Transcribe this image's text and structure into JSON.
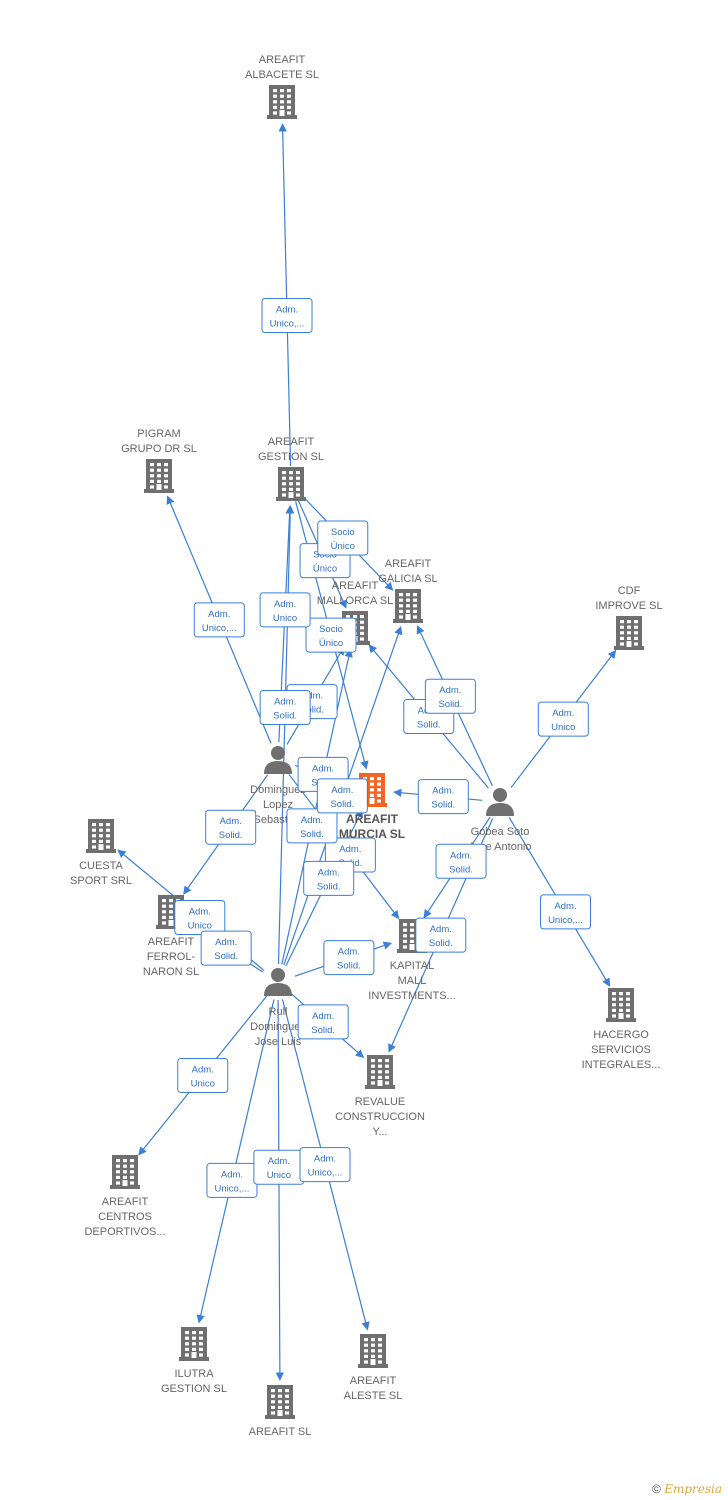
{
  "colors": {
    "edge": "#3b7fd6",
    "building": "#6f6f6f",
    "building_focus": "#f26522",
    "person": "#6f6f6f"
  },
  "nodes": [
    {
      "id": "albacete",
      "type": "company",
      "lines": [
        "AREAFIT",
        "ALBACETE SL"
      ]
    },
    {
      "id": "pigram",
      "type": "company",
      "lines": [
        "PIGRAM",
        "GRUPO DR SL"
      ]
    },
    {
      "id": "gestion",
      "type": "company",
      "lines": [
        "AREAFIT",
        "GESTION SL"
      ]
    },
    {
      "id": "galicia",
      "type": "company",
      "lines": [
        "AREAFIT",
        "GALICIA SL"
      ]
    },
    {
      "id": "mallorca",
      "type": "company",
      "lines": [
        "AREAFIT",
        "MALLORCA SL"
      ]
    },
    {
      "id": "cdf",
      "type": "company",
      "lines": [
        "CDF",
        "IMPROVE SL"
      ]
    },
    {
      "id": "murcia",
      "type": "company_focus",
      "lines": [
        "AREAFIT",
        "MURCIA SL"
      ]
    },
    {
      "id": "cuesta",
      "type": "company",
      "lines": [
        "CUESTA",
        "SPORT SRL"
      ]
    },
    {
      "id": "ferrol",
      "type": "company",
      "lines": [
        "AREAFIT",
        "FERROL-",
        "NARON SL"
      ]
    },
    {
      "id": "kapital",
      "type": "company",
      "lines": [
        "KAPITAL",
        "MALL",
        "INVESTMENTS..."
      ]
    },
    {
      "id": "hacergo",
      "type": "company",
      "lines": [
        "HACERGO",
        "SERVICIOS",
        "INTEGRALES..."
      ]
    },
    {
      "id": "revalue",
      "type": "company",
      "lines": [
        "REVALUE",
        "CONSTRUCCION",
        "Y..."
      ]
    },
    {
      "id": "centros",
      "type": "company",
      "lines": [
        "AREAFIT",
        "CENTROS",
        "DEPORTIVOS..."
      ]
    },
    {
      "id": "ilutra",
      "type": "company",
      "lines": [
        "ILUTRA",
        "GESTION SL"
      ]
    },
    {
      "id": "areafit",
      "type": "company",
      "lines": [
        "AREAFIT SL"
      ]
    },
    {
      "id": "aleste",
      "type": "company",
      "lines": [
        "AREAFIT",
        "ALESTE SL"
      ]
    },
    {
      "id": "dominguez",
      "type": "person",
      "lines": [
        "Dominguez",
        "Lopez",
        "Sebastian"
      ]
    },
    {
      "id": "gobea",
      "type": "person",
      "lines": [
        "Gobea Soto",
        "Jose Antonio"
      ]
    },
    {
      "id": "rull",
      "type": "person",
      "lines": [
        "Rull",
        "Dominguez",
        "Jose Luis"
      ]
    }
  ],
  "edges": [
    {
      "from": "gestion",
      "to": "albacete",
      "label": [
        "Adm.",
        "Unico,..."
      ]
    },
    {
      "from": "dominguez",
      "to": "pigram",
      "label": [
        "Adm.",
        "Unico,..."
      ]
    },
    {
      "from": "gestion",
      "to": "mallorca",
      "label": [
        "Socio",
        "Único"
      ]
    },
    {
      "from": "gestion",
      "to": "galicia",
      "label": [
        "Socio",
        "Único"
      ]
    },
    {
      "from": "gestion",
      "to": "murcia",
      "label": [
        "Socio",
        "Único"
      ]
    },
    {
      "from": "dominguez",
      "to": "gestion",
      "label": [
        "Adm.",
        "Unico"
      ]
    },
    {
      "from": "dominguez",
      "to": "mallorca",
      "label": [
        "Adm.",
        "Solid."
      ]
    },
    {
      "from": "dominguez",
      "to": "murcia",
      "label": [
        "Adm.",
        "Solid."
      ]
    },
    {
      "from": "dominguez",
      "to": "kapital",
      "label": [
        "Adm.",
        "Solid."
      ]
    },
    {
      "from": "dominguez",
      "to": "ferrol",
      "label": [
        "Adm.",
        "Solid."
      ]
    },
    {
      "from": "gobea",
      "to": "mallorca",
      "label": [
        "Adm.",
        "Solid."
      ]
    },
    {
      "from": "gobea",
      "to": "galicia",
      "label": [
        "Adm.",
        "Solid."
      ]
    },
    {
      "from": "gobea",
      "to": "murcia",
      "label": [
        "Adm.",
        "Solid."
      ]
    },
    {
      "from": "gobea",
      "to": "cdf",
      "label": [
        "Adm.",
        "Unico"
      ]
    },
    {
      "from": "gobea",
      "to": "hacergo",
      "label": [
        "Adm.",
        "Unico,..."
      ]
    },
    {
      "from": "gobea",
      "to": "kapital",
      "label": [
        "Adm.",
        "Solid."
      ]
    },
    {
      "from": "gobea",
      "to": "revalue",
      "label": [
        "Adm.",
        "Solid."
      ]
    },
    {
      "from": "rull",
      "to": "gestion",
      "label": [
        "Adm.",
        "Solid."
      ]
    },
    {
      "from": "rull",
      "to": "mallorca",
      "label": [
        "Adm.",
        "Solid."
      ]
    },
    {
      "from": "rull",
      "to": "galicia",
      "label": [
        "Adm.",
        "Solid."
      ]
    },
    {
      "from": "rull",
      "to": "murcia",
      "label": [
        "Adm.",
        "Solid."
      ]
    },
    {
      "from": "rull",
      "to": "cuesta",
      "label": [
        "Adm.",
        "Unico"
      ]
    },
    {
      "from": "rull",
      "to": "ferrol",
      "label": [
        "Adm.",
        "Solid."
      ]
    },
    {
      "from": "rull",
      "to": "kapital",
      "label": [
        "Adm.",
        "Solid."
      ]
    },
    {
      "from": "rull",
      "to": "revalue",
      "label": [
        "Adm.",
        "Solid."
      ]
    },
    {
      "from": "rull",
      "to": "centros",
      "label": [
        "Adm.",
        "Unico"
      ]
    },
    {
      "from": "rull",
      "to": "ilutra",
      "label": [
        "Adm.",
        "Unico,..."
      ]
    },
    {
      "from": "rull",
      "to": "areafit",
      "label": [
        "Adm.",
        "Unico"
      ]
    },
    {
      "from": "rull",
      "to": "aleste",
      "label": [
        "Adm.",
        "Unico,..."
      ]
    }
  ],
  "footer": {
    "copyright": "©",
    "brand": "Empresia"
  }
}
